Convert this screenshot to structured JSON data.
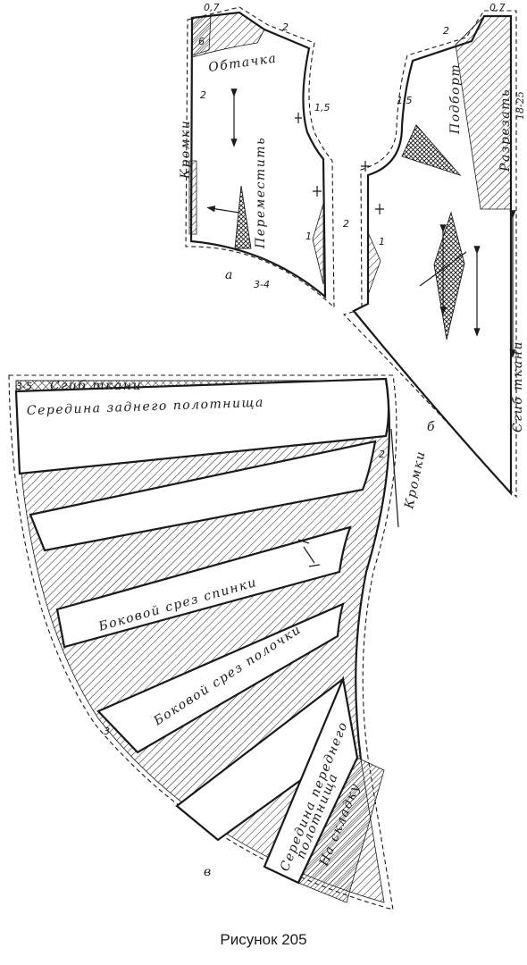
{
  "caption": "Рисунок 205",
  "colors": {
    "ink": "#1a1a1a",
    "paper": "#ffffff"
  },
  "panel_a": {
    "letter": "а",
    "labels": {
      "facing": "Обтачка",
      "selvage": "Кромки",
      "move": "Переместить"
    },
    "numbers": {
      "n07": "0,7",
      "n6": "6",
      "n2a": "2",
      "n2b": "2",
      "n15": "1,5",
      "n1": "1",
      "n34": "3-4"
    }
  },
  "panel_b": {
    "letter": "б",
    "labels": {
      "facing": "Подборт",
      "cut": "Разрезать",
      "cut_range": "18-25",
      "fold": "Сгиб ткани"
    },
    "numbers": {
      "n07": "0,7",
      "n2": "2",
      "n15": "1,5",
      "n1": "1",
      "n2m": "2"
    }
  },
  "panel_v": {
    "letter": "в",
    "labels": {
      "fold": "Сгиб ткани",
      "back_center": "Середина заднего полотнища",
      "back_side": "Боковой срез спинки",
      "front_side": "Боковой срез полочки",
      "front_center_1": "Середина переднего",
      "front_center_2": "полотнища",
      "on_fold": "На складку",
      "selvage": "Кромки"
    },
    "numbers": {
      "n35": "3-5",
      "n2": "2",
      "n3": "3"
    }
  }
}
